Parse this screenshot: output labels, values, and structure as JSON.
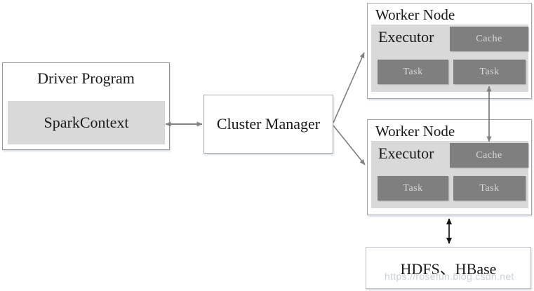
{
  "diagram": {
    "driver": {
      "title": "Driver Program",
      "spark_context_label": "SparkContext"
    },
    "cluster_manager": {
      "label": "Cluster Manager"
    },
    "workers": [
      {
        "title": "Worker Node",
        "executor_label": "Executor",
        "cache_label": "Cache",
        "tasks": [
          "Task",
          "Task"
        ]
      },
      {
        "title": "Worker Node",
        "executor_label": "Executor",
        "cache_label": "Cache",
        "tasks": [
          "Task",
          "Task"
        ]
      }
    ],
    "storage": {
      "label": "HDFS、HBase"
    },
    "watermark": "https://rosefun.blog.csdn.net",
    "colors": {
      "light_fill": "#d9d9d9",
      "dark_fill": "#7f7f7f",
      "dark_box_text": "#d9d9d9",
      "box_border": "#a3a9af",
      "arrow_gray": "#808080",
      "arrow_black": "#1a1a1a",
      "watermark_gray": "#ccd2da"
    }
  }
}
